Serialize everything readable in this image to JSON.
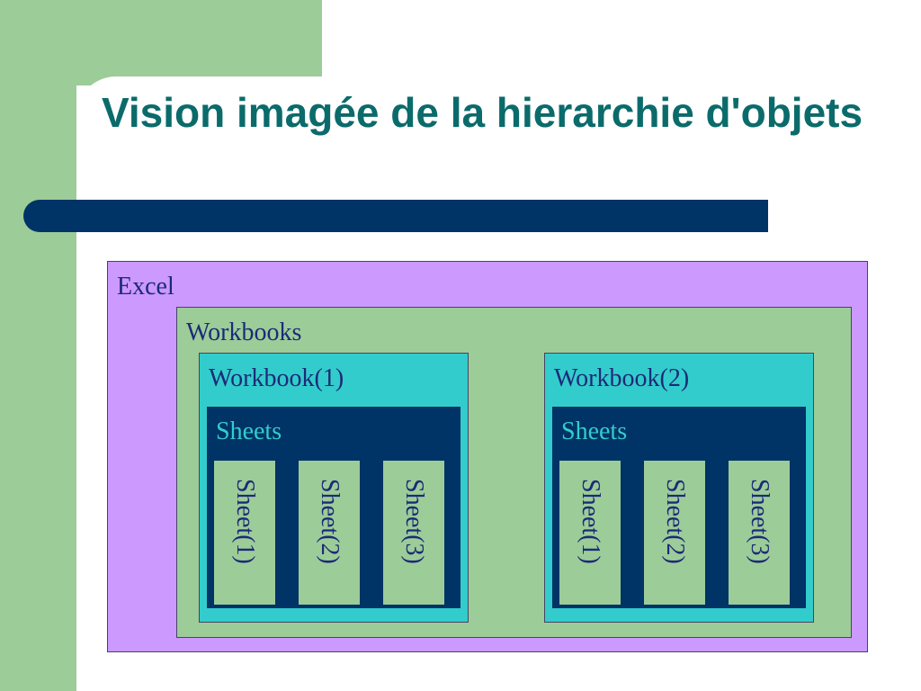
{
  "slide": {
    "title": "Vision imagée de la hierarchie d'objets"
  },
  "diagram": {
    "root": {
      "label": "Excel"
    },
    "collection": {
      "label": "Workbooks"
    },
    "workbooks": [
      {
        "label": "Workbook(1)",
        "sheets_label": "Sheets",
        "sheets": [
          "Sheet(1)",
          "Sheet(2)",
          "Sheet(3)"
        ]
      },
      {
        "label": "Workbook(2)",
        "sheets_label": "Sheets",
        "sheets": [
          "Sheet(1)",
          "Sheet(2)",
          "Sheet(3)"
        ]
      }
    ]
  },
  "colors": {
    "accent_green": "#9ccc98",
    "title_teal": "#0b6b6b",
    "navy": "#003366",
    "excel_purple": "#cc99ff",
    "workbook_cyan": "#33cccc",
    "label_blue": "#1c2a78"
  }
}
